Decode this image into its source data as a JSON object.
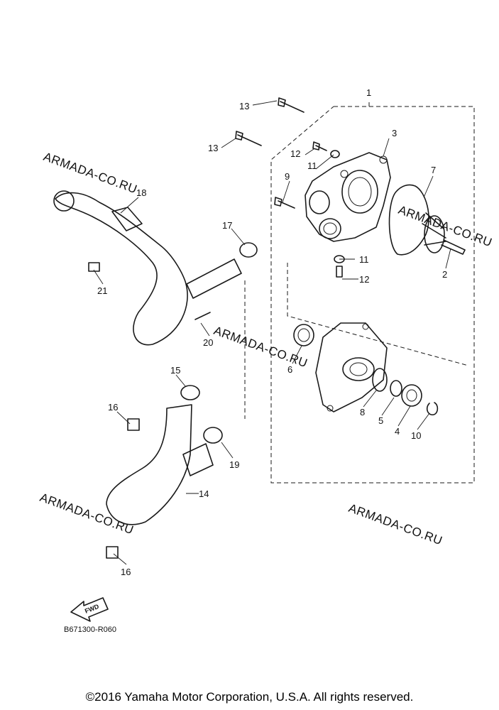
{
  "watermark_text": "ARMADA-CO.RU",
  "callouts": {
    "c1": "1",
    "c2": "2",
    "c3": "3",
    "c4": "4",
    "c5": "5",
    "c6": "6",
    "c7": "7",
    "c8": "8",
    "c9": "9",
    "c10": "10",
    "c11a": "11",
    "c11b": "11",
    "c12a": "12",
    "c12b": "12",
    "c13a": "13",
    "c13b": "13",
    "c14": "14",
    "c15": "15",
    "c16a": "16",
    "c16b": "16",
    "c17": "17",
    "c18": "18",
    "c19": "19",
    "c20": "20",
    "c21": "21"
  },
  "fwd_label": "FWD",
  "diagram_code": "B671300-R060",
  "copyright": "©2016 Yamaha Motor Corporation, U.S.A. All rights reserved."
}
